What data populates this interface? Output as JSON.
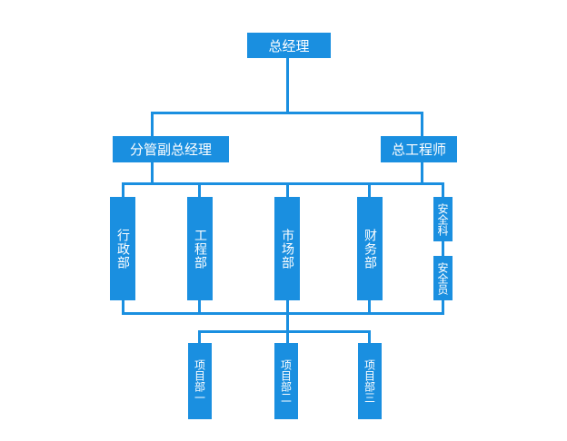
{
  "colors": {
    "box": "#1a8fe0",
    "line": "#1a8fe0",
    "text": "#ffffff"
  },
  "nodes": {
    "gm": "总经理",
    "vp": "分管副总经理",
    "chief_engineer": "总工程师",
    "admin": "行政部",
    "engineering": "工程部",
    "market": "市场部",
    "finance": "财务部",
    "safety_section": "安全科",
    "safety_officer": "安全员",
    "project1": "项目部一",
    "project2": "项目部二",
    "project3": "项目部三"
  }
}
